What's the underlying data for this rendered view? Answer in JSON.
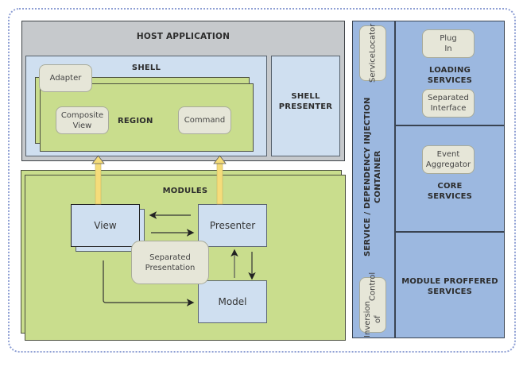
{
  "diagram": {
    "host_application": "HOST APPLICATION",
    "shell": {
      "title": "SHELL",
      "adapter": "Adapter",
      "region_label": "REGION",
      "composite_view": [
        "Composite",
        "View"
      ],
      "command": "Command"
    },
    "shell_presenter": [
      "SHELL",
      "PRESENTER"
    ],
    "modules": {
      "title": "MODULES",
      "view": "View",
      "presenter": "Presenter",
      "model": "Model",
      "separated_presentation": [
        "Separated",
        "Presentation"
      ]
    },
    "container": {
      "title": "SERVICE / DEPENDENCY INJECTION CONTAINER",
      "service_locator": [
        "Service",
        "Locator"
      ],
      "inversion_of_control": [
        "Inversion of",
        "Control"
      ],
      "loading_services": {
        "plug_in": [
          "Plug",
          "In"
        ],
        "label": [
          "LOADING",
          "SERVICES"
        ],
        "separated_interface": [
          "Separated",
          "Interface"
        ]
      },
      "core_services": {
        "event_aggregator": [
          "Event",
          "Aggregator"
        ],
        "label": [
          "CORE",
          "SERVICES"
        ]
      },
      "module_proffered_services": [
        "MODULE PROFFERED",
        "SERVICES"
      ]
    },
    "colors": {
      "host": "#c6c9cc",
      "shell": "#cfdff0",
      "region": "#c9dd8d",
      "tan_box": "#e6e6d8",
      "services": "#9cb8e0",
      "yellow_arrow": "#f5dc7a",
      "dotted_border": "#8e9fd4"
    }
  }
}
